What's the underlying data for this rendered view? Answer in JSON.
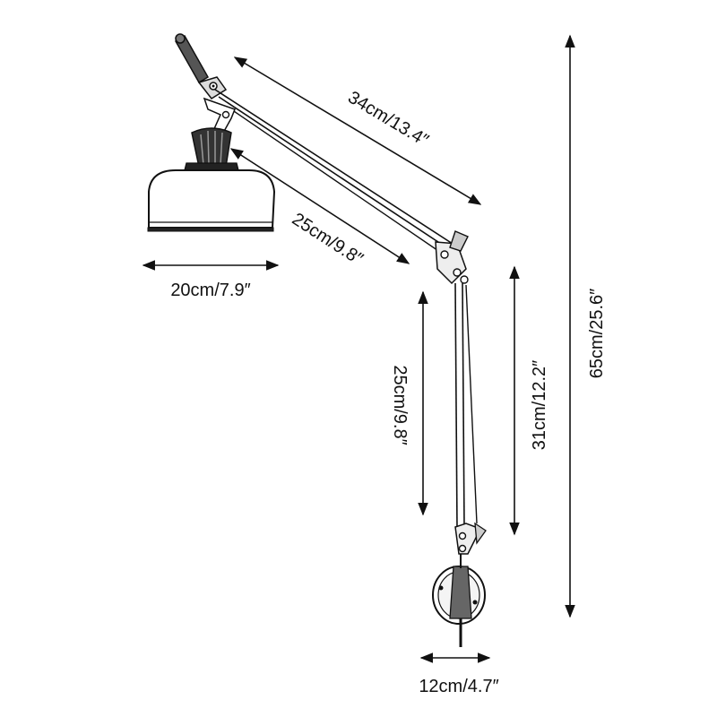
{
  "diagram": {
    "dimensions": {
      "upper_arm_length": "34cm/13.4″",
      "shade_arm_length": "25cm/9.8″",
      "shade_width": "20cm/7.9″",
      "lower_arm_length": "25cm/9.8″",
      "arm_height": "31cm/12.2″",
      "total_height": "65cm/25.6″",
      "mount_width": "12cm/4.7″"
    }
  }
}
